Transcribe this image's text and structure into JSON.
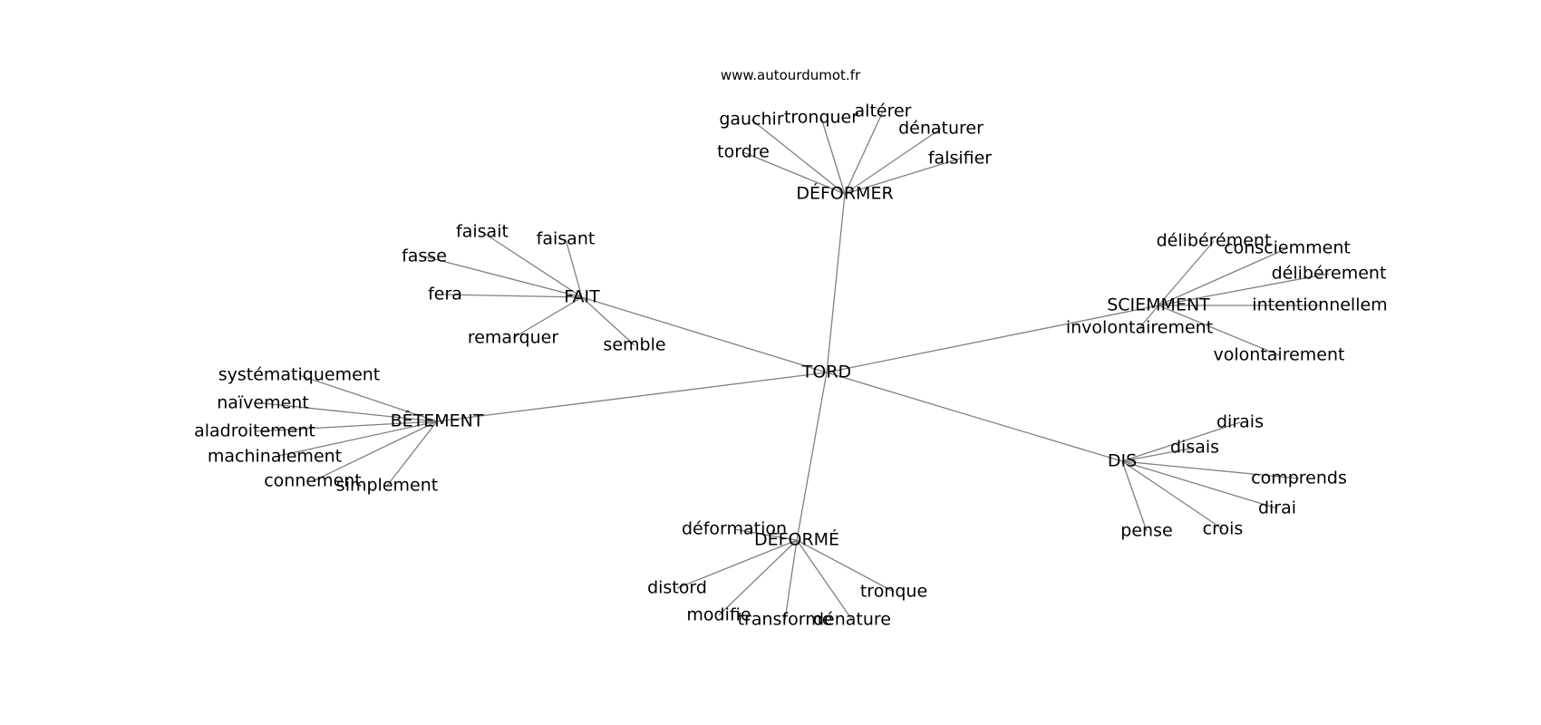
{
  "source": "www.autourdumot.fr",
  "center": "TORD",
  "clusters": [
    {
      "hub": "DÉFORMER",
      "words": [
        "gauchir",
        "tronquer",
        "altérer",
        "dénaturer",
        "falsifier",
        "tordre"
      ]
    },
    {
      "hub": "FAIT",
      "words": [
        "faisait",
        "faisant",
        "fasse",
        "fera",
        "remarquer",
        "semble"
      ]
    },
    {
      "hub": "SCIEMMENT",
      "words": [
        "délibérément",
        "consciemment",
        "délibérement",
        "intentionnellem",
        "involontairement",
        "volontairement"
      ]
    },
    {
      "hub": "BÊTEMENT",
      "words": [
        "systématiquement",
        "naïvement",
        "aladroitement",
        "machinalement",
        "connement",
        "simplement"
      ]
    },
    {
      "hub": "DIS",
      "words": [
        "dirais",
        "disais",
        "comprends",
        "dirai",
        "crois",
        "pense"
      ]
    },
    {
      "hub": "DÉFORMÉ",
      "words": [
        "déformation",
        "distord",
        "modifie",
        "transforme",
        "dénature",
        "tronque"
      ]
    }
  ]
}
